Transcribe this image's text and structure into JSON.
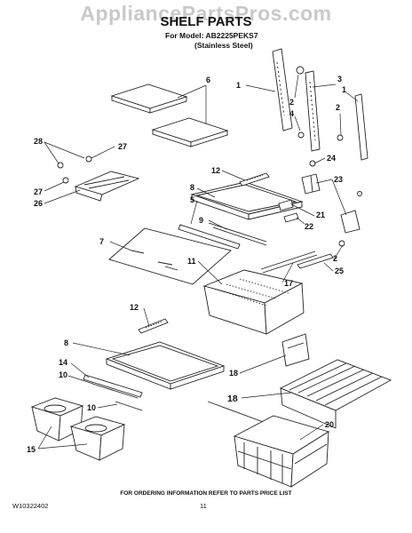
{
  "watermark": "AppliancePartsPros.com",
  "header": {
    "title": "SHELF PARTS",
    "model_line": "For Model: AB2225PEKS7",
    "finish_line": "(Stainless Steel)"
  },
  "callouts": [
    "1",
    "2",
    "4",
    "3",
    "1",
    "2",
    "6",
    "28",
    "27",
    "27",
    "26",
    "12",
    "8",
    "5",
    "9",
    "24",
    "23",
    "21",
    "22",
    "7",
    "11",
    "2",
    "25",
    "17",
    "12",
    "8",
    "14",
    "10",
    "10",
    "18",
    "18",
    "20",
    "15"
  ],
  "footer": {
    "note": "FOR ORDERING INFORMATION REFER TO PARTS PRICE LIST",
    "doc_code": "W10322402",
    "page": "11"
  }
}
